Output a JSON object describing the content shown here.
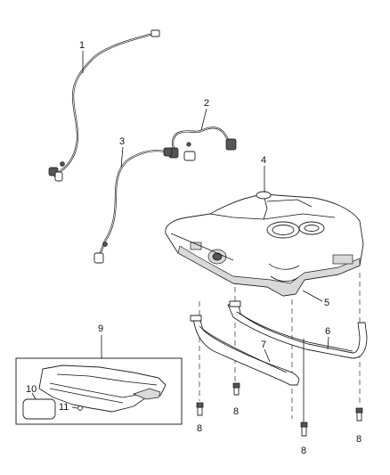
{
  "callouts": {
    "c1": "1",
    "c2": "2",
    "c3": "3",
    "c4": "4",
    "c5": "5",
    "c6": "6",
    "c7": "7",
    "c8a": "8",
    "c8b": "8",
    "c8c": "8",
    "c8d": "8",
    "c9": "9",
    "c10": "10",
    "c11": "11"
  }
}
